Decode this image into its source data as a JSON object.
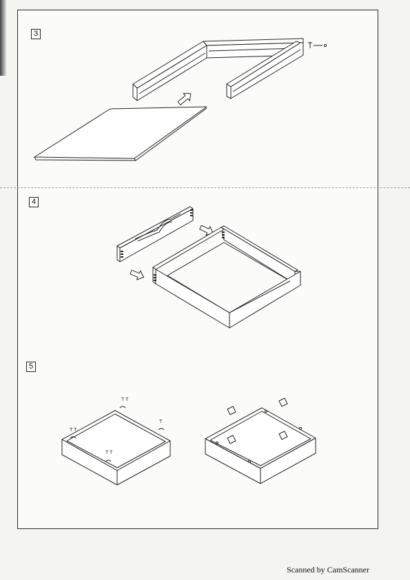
{
  "steps": [
    {
      "number": "3"
    },
    {
      "number": "4"
    },
    {
      "number": "5"
    }
  ],
  "footer": {
    "text": "Scanned by CamScanner"
  },
  "icons": [
    "arrow-icon",
    "screw-icon",
    "bracket-icon"
  ]
}
